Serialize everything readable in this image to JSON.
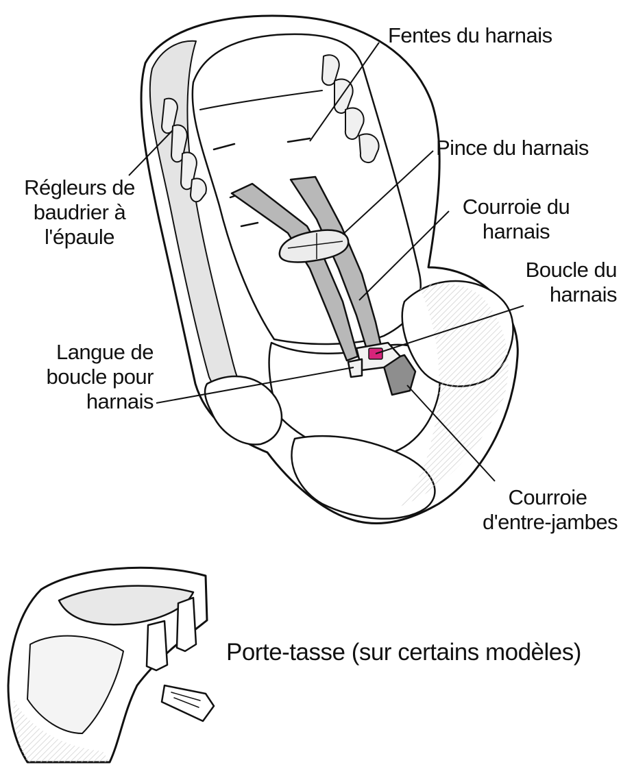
{
  "labels": {
    "harness_slots": "Fentes du harnais",
    "harness_clip": "Pince du harnais",
    "harness_strap": [
      "Courroie du",
      "harnais"
    ],
    "harness_buckle": [
      "Boucle du",
      "harnais"
    ],
    "shoulder_adjusters": [
      "Régleurs de",
      "baudrier à",
      "l'épaule"
    ],
    "buckle_tongue": [
      "Langue de",
      "boucle pour",
      "harnais"
    ],
    "crotch_strap": [
      "Courroie",
      "d'entre-jambes"
    ],
    "cup_holder": "Porte-tasse (sur certains modèles)"
  },
  "colors": {
    "line": "#111111",
    "seat_fill": "#ffffff",
    "strap_fill": "#b8b8b8",
    "strap_dark": "#8e8e8e",
    "buckle_button": "#d6247a",
    "shadow": "#d9d9d9"
  }
}
